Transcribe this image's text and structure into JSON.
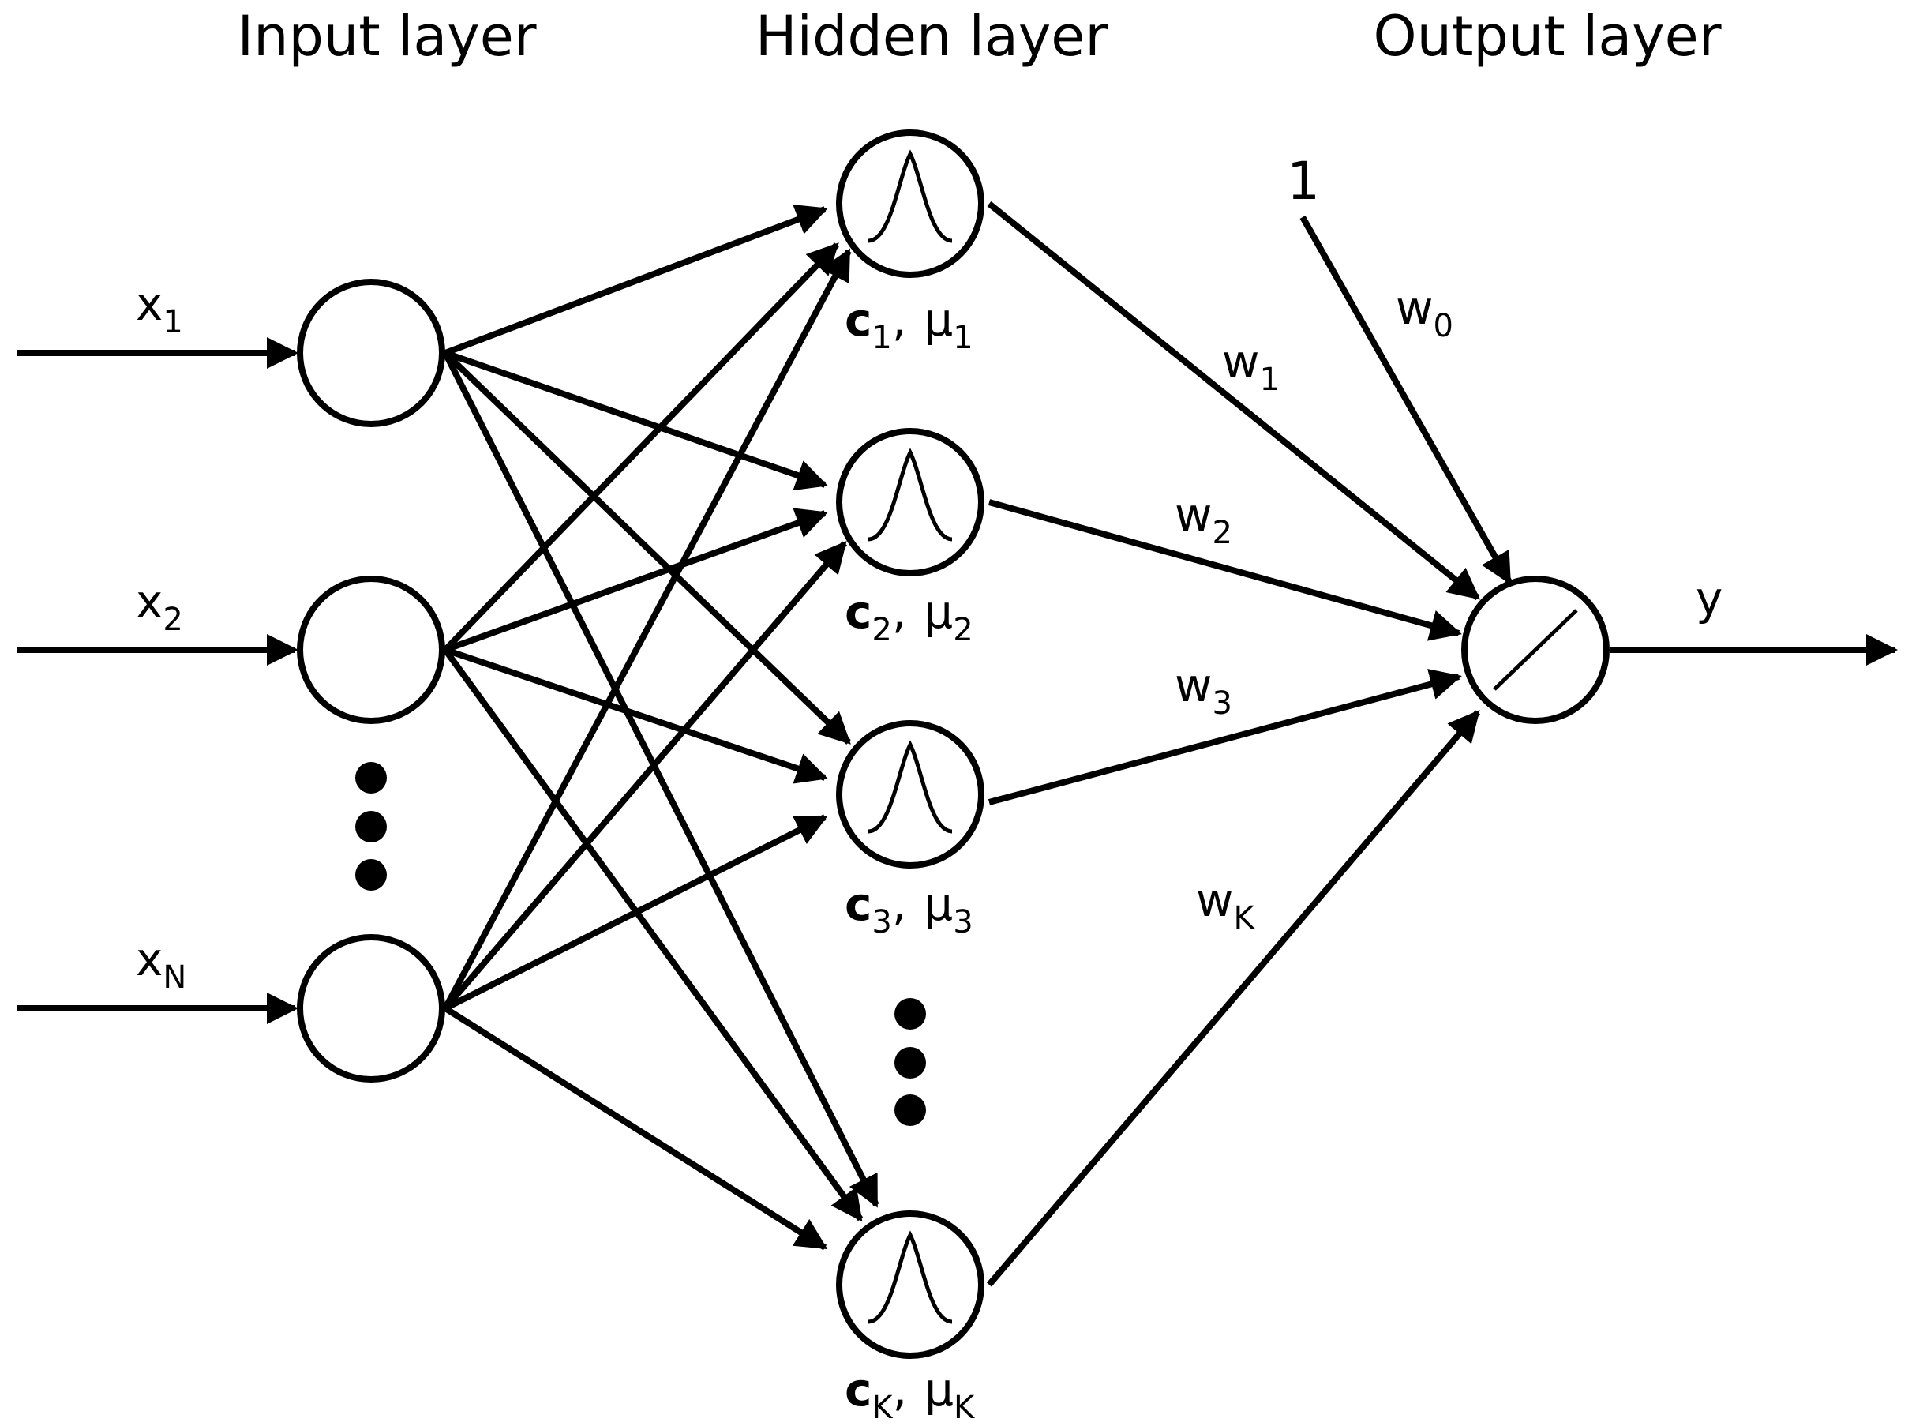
{
  "titles": {
    "input": "Input layer",
    "hidden": "Hidden layer",
    "output": "Output layer"
  },
  "inputs": [
    {
      "main": "x",
      "sub": "1"
    },
    {
      "main": "x",
      "sub": "2"
    },
    {
      "main": "x",
      "sub": "N"
    }
  ],
  "hidden": [
    {
      "c": "c",
      "c_sub": "1",
      "sep": ",",
      "mu": "μ",
      "mu_sub": "1"
    },
    {
      "c": "c",
      "c_sub": "2",
      "sep": ",",
      "mu": "μ",
      "mu_sub": "2"
    },
    {
      "c": "c",
      "c_sub": "3",
      "sep": ",",
      "mu": "μ",
      "mu_sub": "3"
    },
    {
      "c": "c",
      "c_sub": "K",
      "sep": ",",
      "mu": "μ",
      "mu_sub": "K"
    }
  ],
  "weights": [
    {
      "main": "w",
      "sub": "0"
    },
    {
      "main": "w",
      "sub": "1"
    },
    {
      "main": "w",
      "sub": "2"
    },
    {
      "main": "w",
      "sub": "3"
    },
    {
      "main": "w",
      "sub": "K"
    }
  ],
  "bias": "1",
  "output": "y"
}
